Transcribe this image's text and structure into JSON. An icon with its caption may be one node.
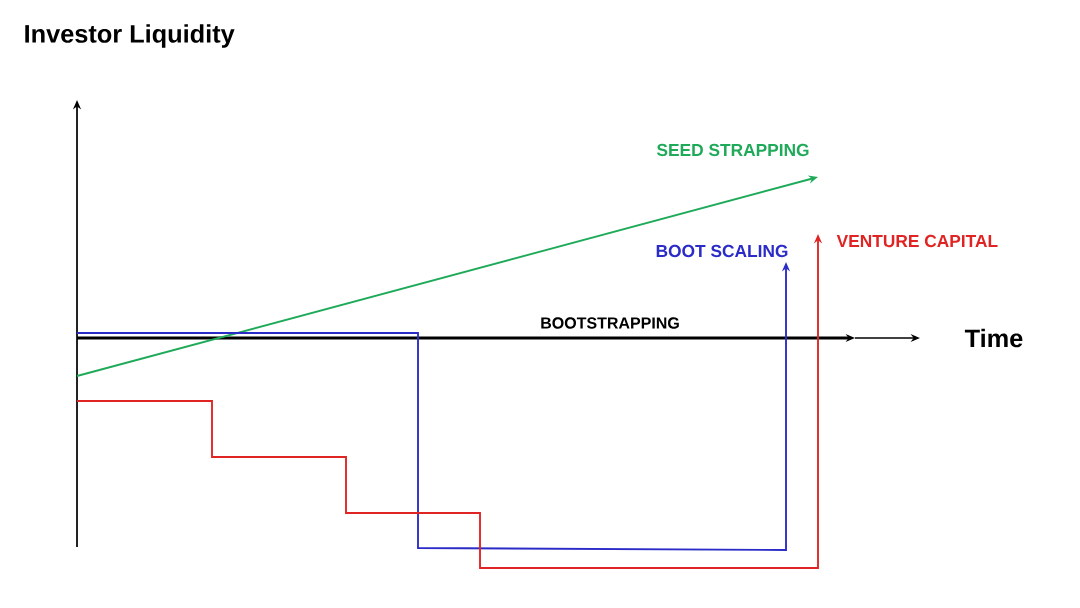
{
  "diagram": {
    "labels": [
      "Investor Liquidity",
      "SEED STRAPPING",
      "BOOT SCALING",
      "VENTURE CAPITAL",
      "BOOTSTRAPPING",
      "Time"
    ]
  }
}
